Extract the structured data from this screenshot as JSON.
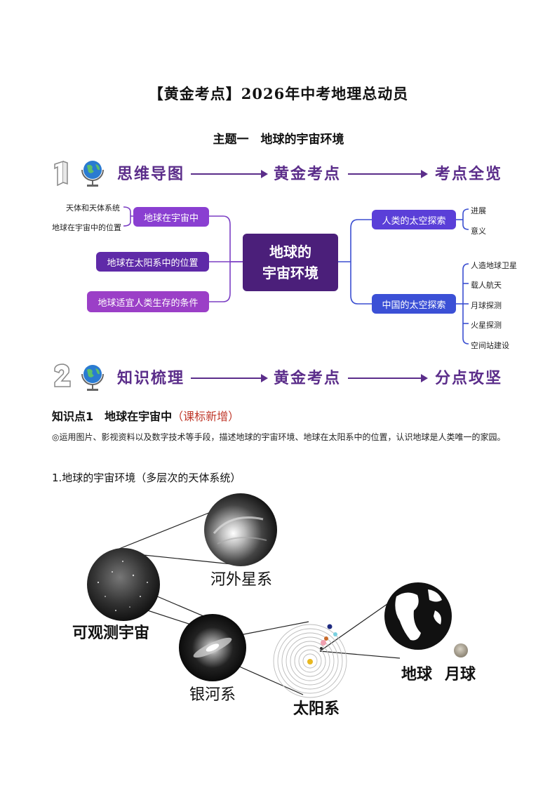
{
  "header": {
    "title": "【黄金考点】2026年中考地理总动员",
    "subtitle": "主题一　地球的宇宙环境"
  },
  "banner1": {
    "step1": "思维导图",
    "step2": "黄金考点",
    "step3": "考点全览"
  },
  "mindmap": {
    "center": "地球的宇宙环境",
    "center_line1": "地球的",
    "center_line2": "宇宙环境",
    "left_nodes": [
      "地球在宇宙中",
      "地球在太阳系中的位置",
      "地球适宜人类生存的条件"
    ],
    "left_sub": [
      "天体和天体系统",
      "地球在宇宙中的位置"
    ],
    "right_nodes": [
      "人类的太空探索",
      "中国的太空探索"
    ],
    "right_sub1": [
      "进展",
      "意义"
    ],
    "right_sub2": [
      "人造地球卫星",
      "载人航天",
      "月球探测",
      "火星探测",
      "空间站建设"
    ]
  },
  "banner2": {
    "step1": "知识梳理",
    "step2": "黄金考点",
    "step3": "分点攻坚"
  },
  "knowledge": {
    "title": "知识点1　地球在宇宙中",
    "tag": "（课标新增）",
    "requirement": "◎运用图片、影视资料以及数字技术等手段，描述地球的宇宙环境、地球在太阳系中的位置，认识地球是人类唯一的家园。",
    "heading": "1.地球的宇宙环境（多层次的天体系统）"
  },
  "figure": {
    "labels": {
      "observable": "可观测宇宙",
      "extragalactic": "河外星系",
      "milkyway": "银河系",
      "solar": "太阳系",
      "earth": "地球",
      "moon": "月球"
    }
  },
  "colors": {
    "purple_dark": "#4b1f7a",
    "purple": "#8a3fd1",
    "blue": "#4a4fd6",
    "banner": "#5b2d8a"
  }
}
